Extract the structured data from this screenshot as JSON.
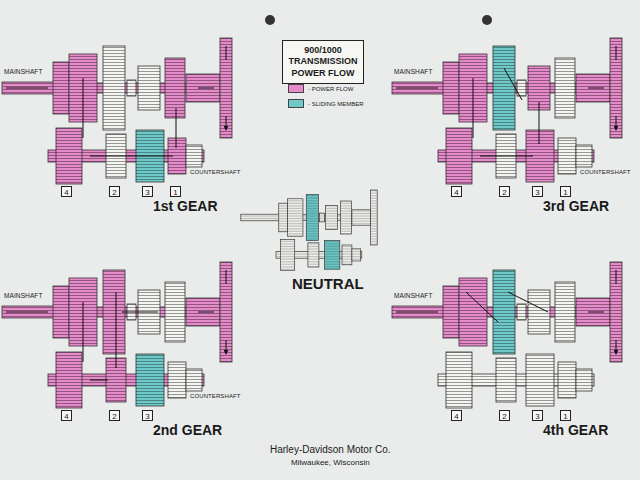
{
  "diagram": {
    "title": "900/1000 TRANSMISSION POWER FLOW",
    "labels": [
      "MAINSHAFT",
      "MAINSHAFT",
      "COUNTERSHAFT",
      "COUNTERSHAFT",
      "4",
      "2",
      "3",
      "1",
      "1st GEAR",
      "4",
      "2",
      "3",
      "1",
      "3rd GEAR",
      "NEUTRAL",
      "MAINSHAFT",
      "MAINSHAFT",
      "COUNTERSHAFT",
      "4",
      "2",
      "3",
      "2nd GEAR",
      "4",
      "2",
      "3",
      "1",
      "4th GEAR",
      "Harley-Davidson Motor Co.",
      "Milwaukee, Wisconsin"
    ],
    "legend": [
      {
        "text": "- POWER FLOW",
        "color": "#e58bc9"
      },
      {
        "text": "- SLIDING MEMBER",
        "color": "#6fc9c9"
      }
    ]
  }
}
